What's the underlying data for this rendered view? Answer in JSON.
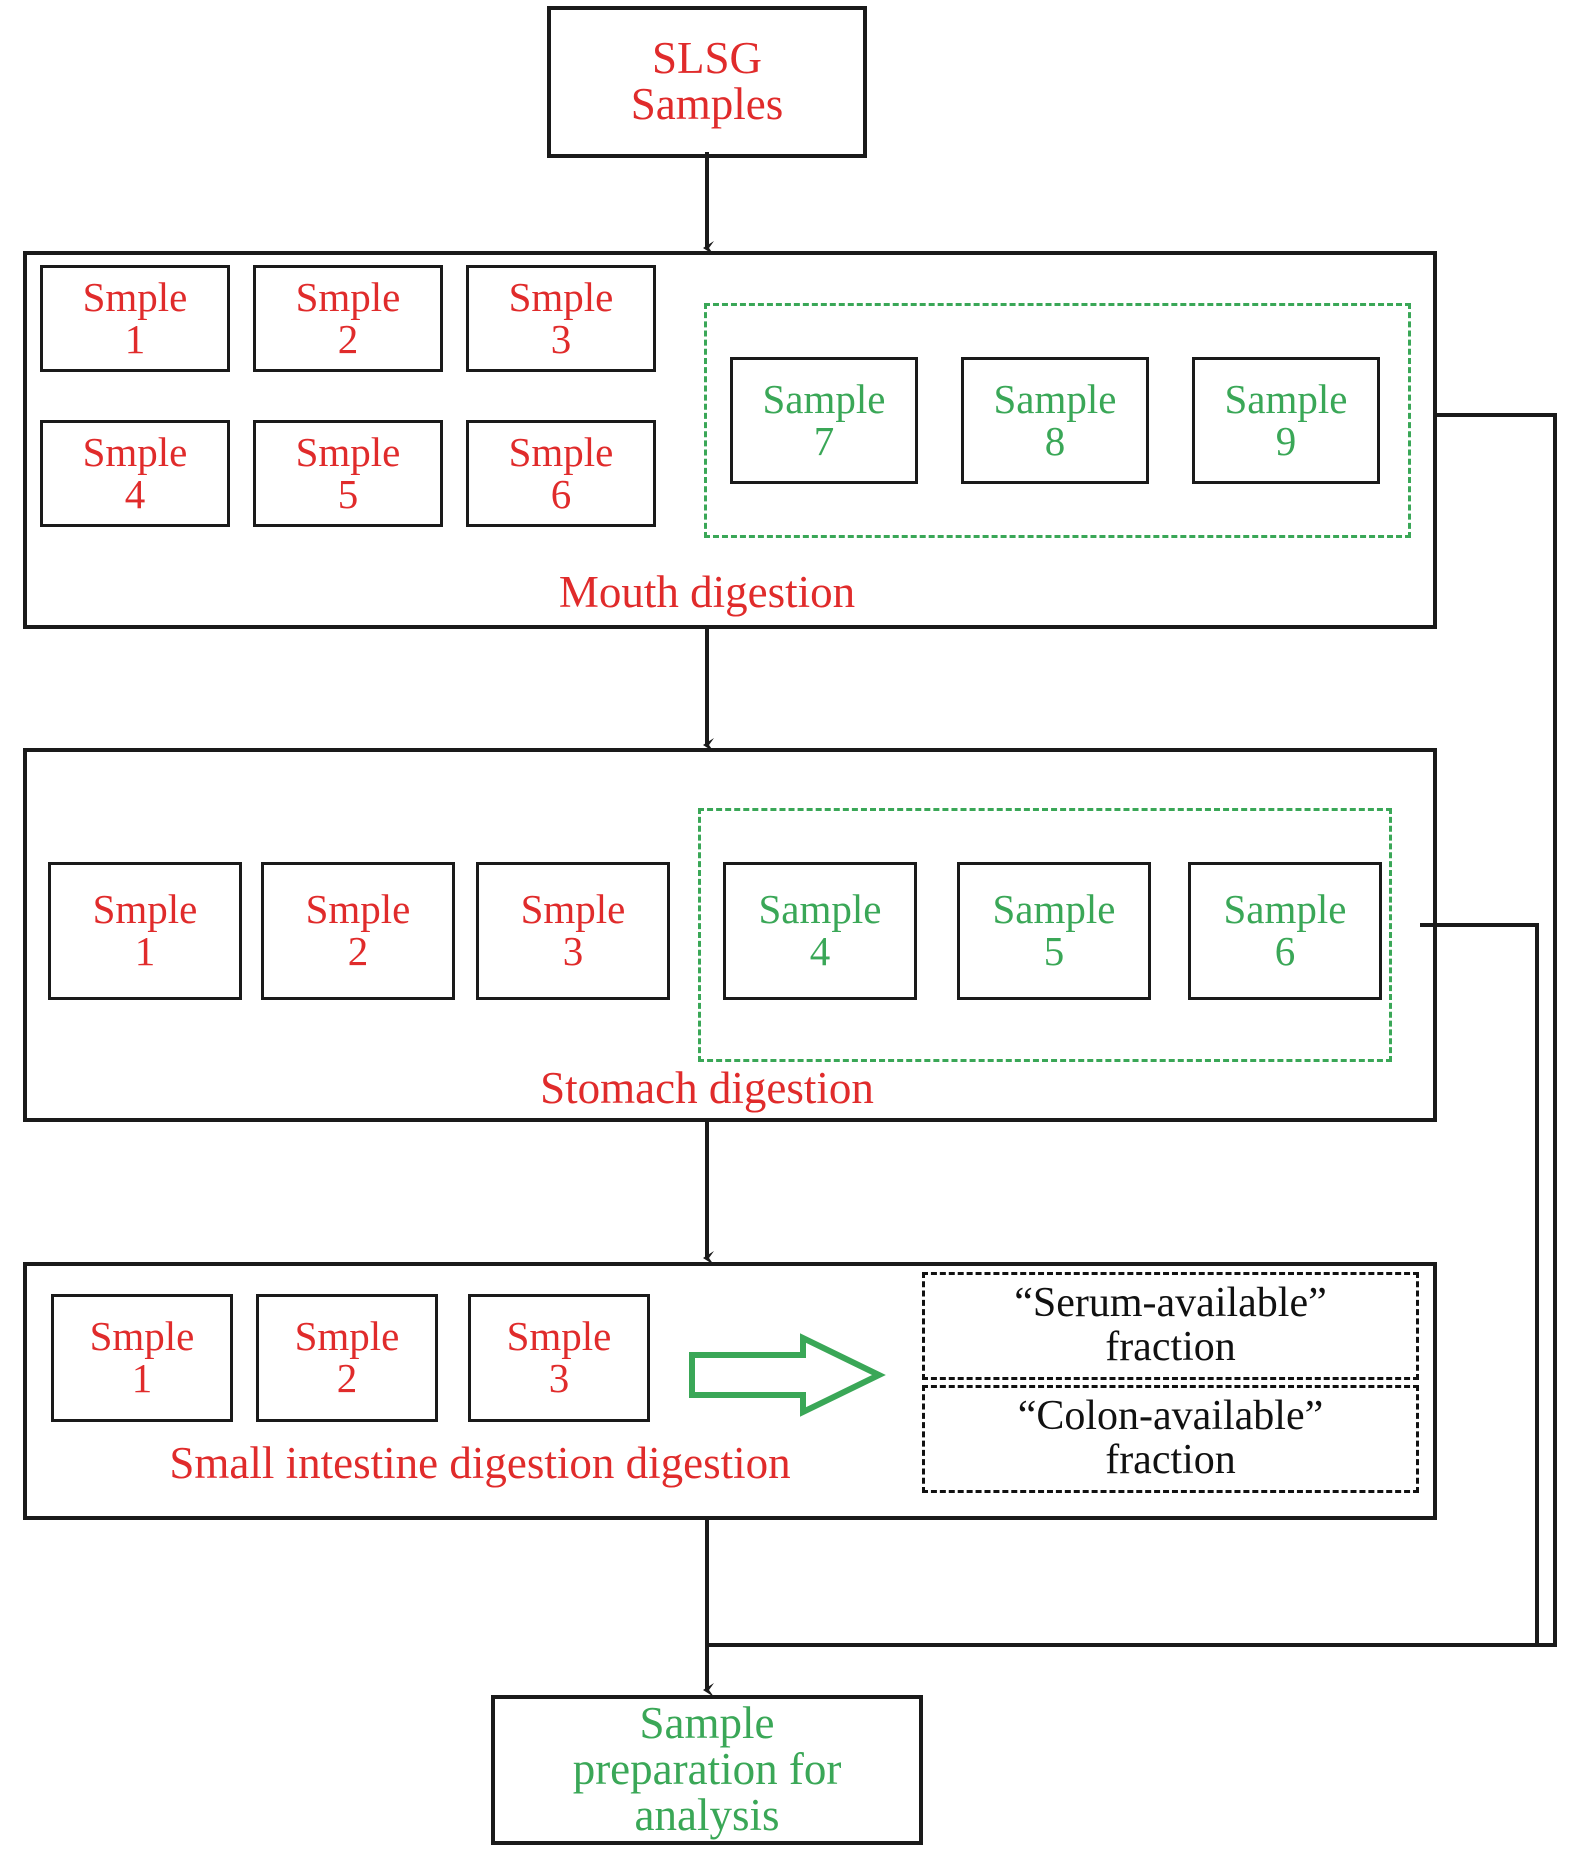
{
  "diagram": {
    "title_box": {
      "line1": "SLSG",
      "line2": "Samples"
    },
    "stages": [
      {
        "id": "mouth",
        "label": "Mouth digestion",
        "red_samples": [
          {
            "name": "Smple",
            "num": "1"
          },
          {
            "name": "Smple",
            "num": "2"
          },
          {
            "name": "Smple",
            "num": "3"
          },
          {
            "name": "Smple",
            "num": "4"
          },
          {
            "name": "Smple",
            "num": "5"
          },
          {
            "name": "Smple",
            "num": "6"
          }
        ],
        "green_samples": [
          {
            "name": "Sample",
            "num": "7"
          },
          {
            "name": "Sample",
            "num": "8"
          },
          {
            "name": "Sample",
            "num": "9"
          }
        ]
      },
      {
        "id": "stomach",
        "label": "Stomach digestion",
        "red_samples": [
          {
            "name": "Smple",
            "num": "1"
          },
          {
            "name": "Smple",
            "num": "2"
          },
          {
            "name": "Smple",
            "num": "3"
          }
        ],
        "green_samples": [
          {
            "name": "Sample",
            "num": "4"
          },
          {
            "name": "Sample",
            "num": "5"
          },
          {
            "name": "Sample",
            "num": "6"
          }
        ]
      },
      {
        "id": "small-intestine",
        "label": "Small intestine digestion digestion",
        "red_samples": [
          {
            "name": "Smple",
            "num": "1"
          },
          {
            "name": "Smple",
            "num": "2"
          },
          {
            "name": "Smple",
            "num": "3"
          }
        ],
        "fractions": [
          {
            "line1": "“Serum-available”",
            "line2": "fraction"
          },
          {
            "line1": "“Colon-available”",
            "line2": "fraction"
          }
        ]
      }
    ],
    "final_box": {
      "line1": "Sample",
      "line2": "preparation for",
      "line3": "analysis"
    },
    "colors": {
      "red": "#e02b2b",
      "green": "#3aa757",
      "black": "#111111",
      "background": "#ffffff"
    }
  }
}
